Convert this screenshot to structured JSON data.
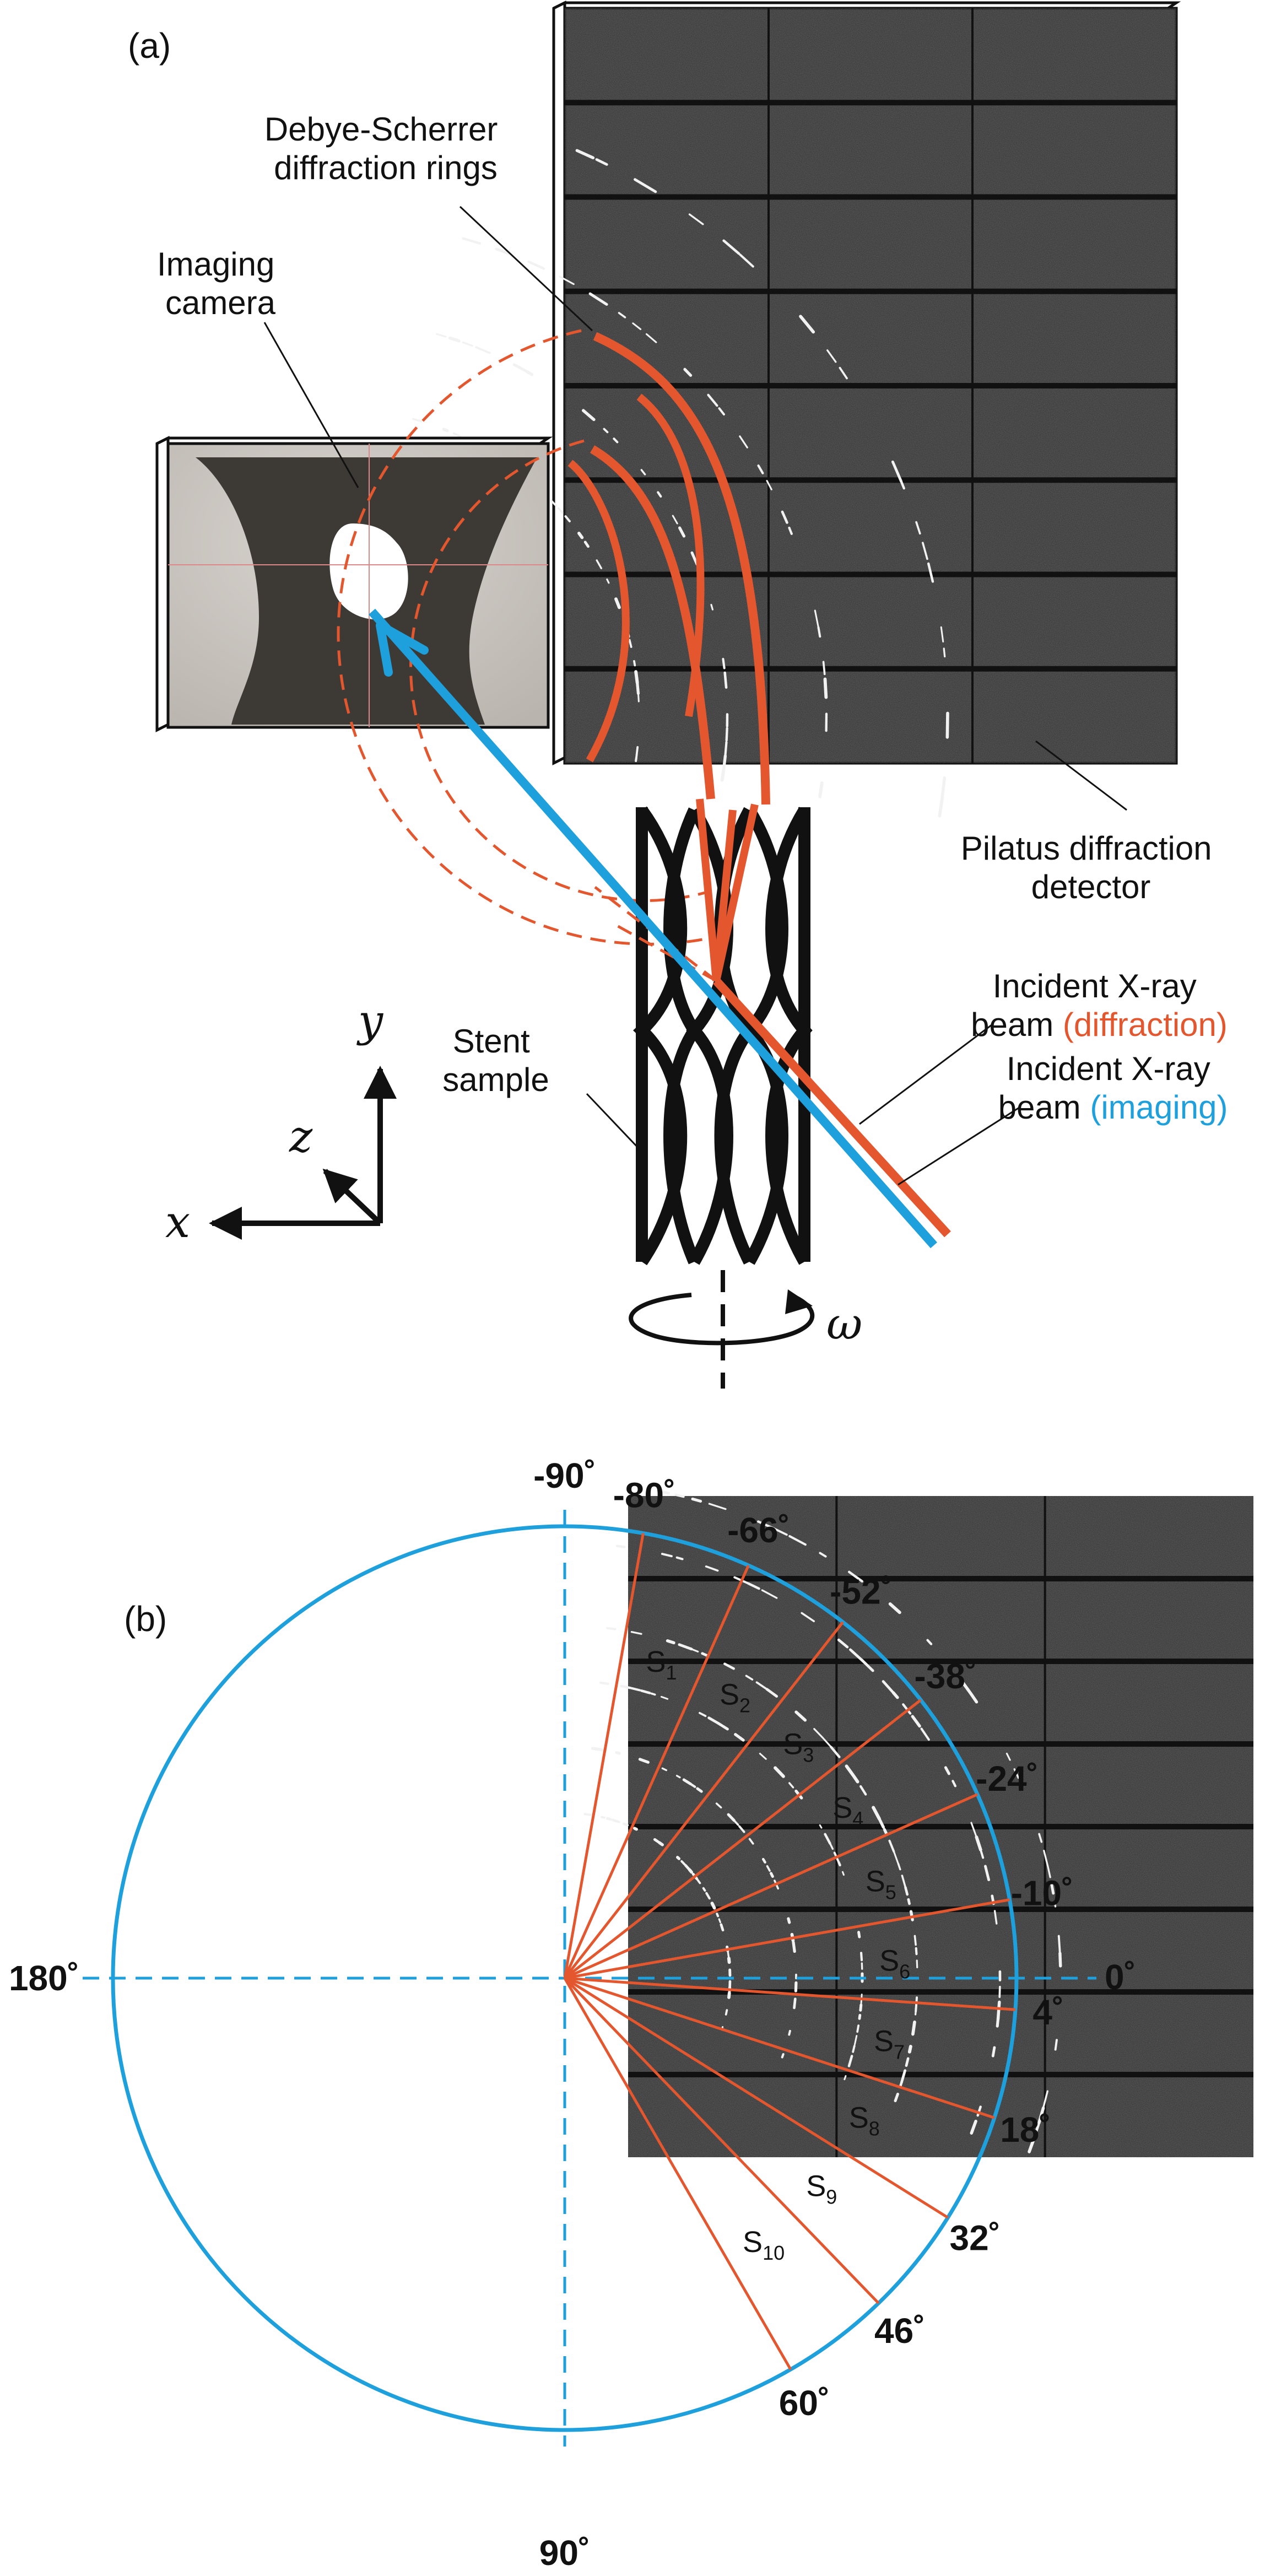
{
  "colors": {
    "orange": "#E4572E",
    "blue": "#1EA0DC",
    "black": "#111111",
    "detector_dark": "#2a2a2a"
  },
  "panel_a": {
    "label": "(a)",
    "ring_label_line1": "Debye-Scherrer",
    "ring_label_line2": "diffraction rings",
    "camera_label_line1": "Imaging",
    "camera_label_line2": "camera",
    "detector_label_line1": "Pilatus diffraction",
    "detector_label_line2": "detector",
    "incident_diff_line1": "Incident X-ray",
    "incident_diff_line2_prefix": "beam ",
    "incident_diff_line2_colored": "(diffraction)",
    "incident_img_line1": "Incident X-ray",
    "incident_img_line2_prefix": "beam ",
    "incident_img_line2_colored": "(imaging)",
    "stent_label_line1": "Stent",
    "stent_label_line2": "sample",
    "axis_x": "x",
    "axis_y": "y",
    "axis_z": "z",
    "rotation": "ω"
  },
  "panel_b": {
    "label": "(b)",
    "circle_labels": {
      "top": "-90˚",
      "right": "0˚",
      "bottom": "90˚",
      "left": "180˚"
    },
    "sector_angles": [
      -80,
      -66,
      -52,
      -38,
      -24,
      -10,
      4,
      18,
      32,
      46,
      60
    ],
    "angle_labels": [
      "-80˚",
      "-66˚",
      "-52˚",
      "-38˚",
      "-24˚",
      "-10˚",
      "4˚",
      "18˚",
      "32˚",
      "46˚",
      "60˚"
    ],
    "sectors": [
      {
        "base": "S",
        "sub": "1"
      },
      {
        "base": "S",
        "sub": "2"
      },
      {
        "base": "S",
        "sub": "3"
      },
      {
        "base": "S",
        "sub": "4"
      },
      {
        "base": "S",
        "sub": "5"
      },
      {
        "base": "S",
        "sub": "6"
      },
      {
        "base": "S",
        "sub": "7"
      },
      {
        "base": "S",
        "sub": "8"
      },
      {
        "base": "S",
        "sub": "9"
      },
      {
        "base": "S",
        "sub": "10"
      }
    ]
  }
}
